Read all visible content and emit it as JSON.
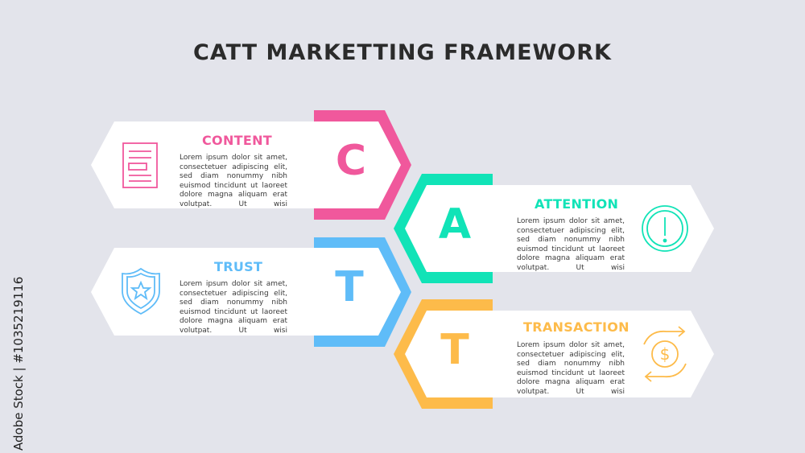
{
  "title": "CATT MARKETTING FRAMEWORK",
  "colors": {
    "content": "#f0589c",
    "attention": "#11e3b7",
    "trust": "#5fbcf8",
    "transaction": "#fdbb4a",
    "background": "#e3e4eb"
  },
  "items": [
    {
      "letter": "C",
      "heading": "CONTENT",
      "icon": "document-icon",
      "text": "Lorem ipsum dolor sit amet, consectetuer adipiscing elit, sed diam nonummy nibh euismod tincidunt ut laoreet dolore magna aliquam erat volutpat. Ut wisi"
    },
    {
      "letter": "A",
      "heading": "ATTENTION",
      "icon": "exclamation-circle-icon",
      "text": "Lorem ipsum dolor sit amet, consectetuer adipiscing elit, sed diam nonummy nibh euismod tincidunt ut laoreet dolore magna aliquam erat volutpat. Ut wisi"
    },
    {
      "letter": "T",
      "heading": "TRUST",
      "icon": "shield-star-icon",
      "text": "Lorem ipsum dolor sit amet, consectetuer adipiscing elit, sed diam nonummy nibh euismod tincidunt ut laoreet dolore magna aliquam erat volutpat. Ut wisi"
    },
    {
      "letter": "T",
      "heading": "TRANSACTION",
      "icon": "dollar-exchange-icon",
      "text": "Lorem ipsum dolor sit amet, consectetuer adipiscing elit, sed diam nonummy nibh euismod tincidunt ut laoreet dolore magna aliquam erat volutpat. Ut wisi"
    }
  ],
  "side_caption": "Adobe Stock | #1035219116"
}
